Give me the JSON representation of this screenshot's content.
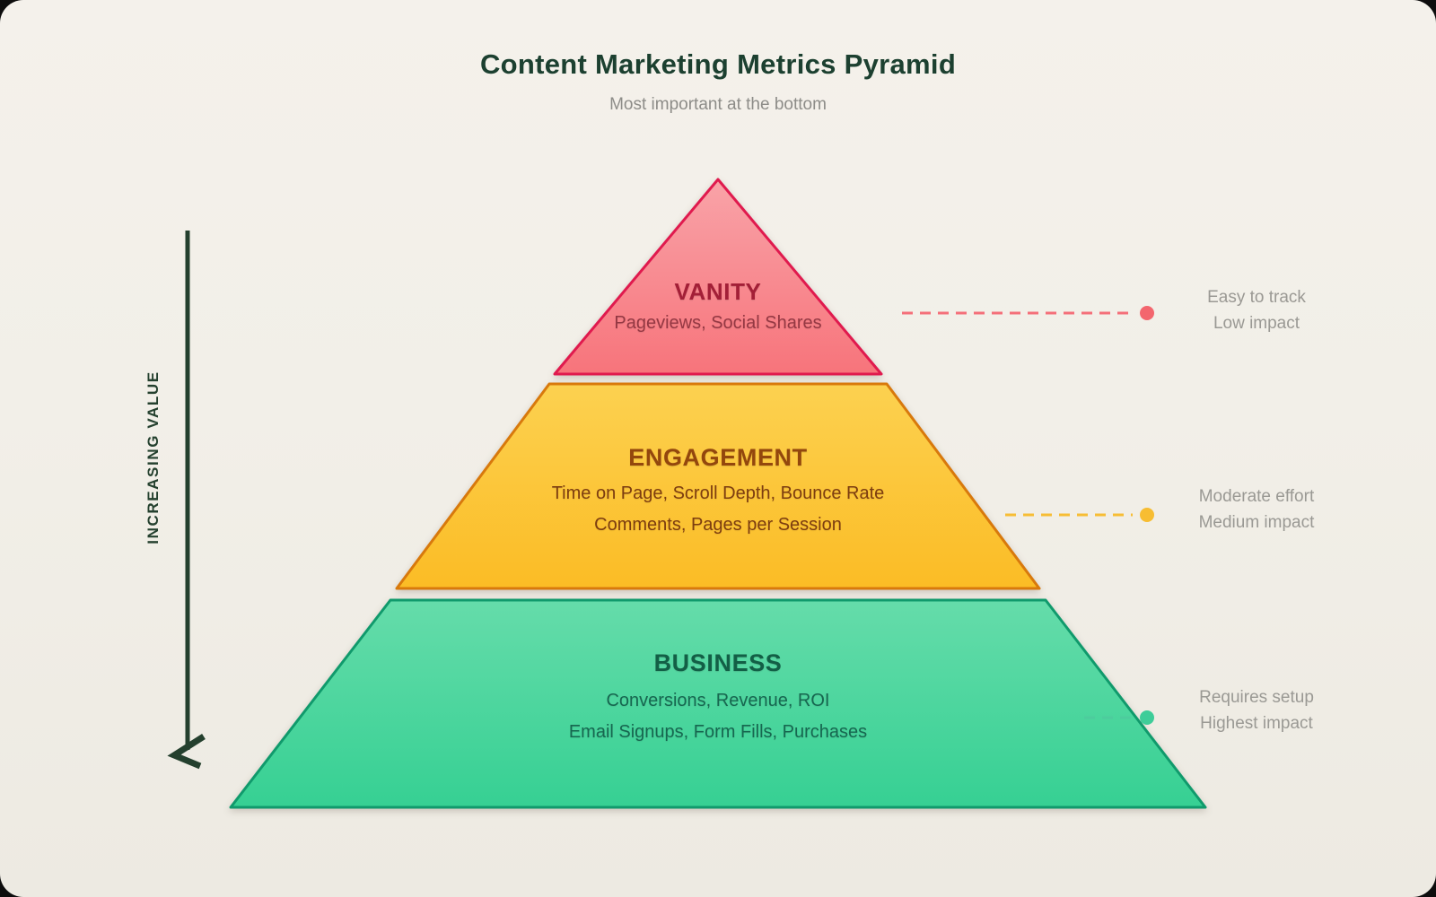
{
  "header": {
    "title": "Content Marketing Metrics Pyramid",
    "subtitle": "Most important at the bottom"
  },
  "value_axis": {
    "label": "INCREASING VALUE",
    "direction": "arrow points down"
  },
  "tiers": [
    {
      "name": "vanity",
      "label": "VANITY",
      "lines": [
        "Pageviews, Social Shares"
      ],
      "annotation": [
        "Easy to track",
        "Low impact"
      ],
      "fill_top": "#f9a3a8",
      "fill_bottom": "#f7747b",
      "border": "#e01a4e",
      "label_color": "#a31f37",
      "text_color": "#943843",
      "connector_color": "#f4707a"
    },
    {
      "name": "engagement",
      "label": "ENGAGEMENT",
      "lines": [
        "Time on Page, Scroll Depth, Bounce Rate",
        "Comments, Pages per Session"
      ],
      "annotation": [
        "Moderate effort",
        "Medium impact"
      ],
      "fill_top": "#fcd150",
      "fill_bottom": "#fbbc25",
      "border": "#d8790c",
      "label_color": "#93470d",
      "text_color": "#7d3d10",
      "connector_color": "#f7bd35"
    },
    {
      "name": "business",
      "label": "BUSINESS",
      "lines": [
        "Conversions, Revenue, ROI",
        "Email Signups, Form Fills, Purchases"
      ],
      "annotation": [
        "Requires setup",
        "Highest impact"
      ],
      "fill_top": "#65dcaa",
      "fill_bottom": "#36d093",
      "border": "#109a6c",
      "label_color": "#135f46",
      "text_color": "#176750",
      "connector_color": "#4ecc9e"
    }
  ],
  "palette": {
    "background": "#f2efe8",
    "title": "#1c4030",
    "subtitle": "#8d8c88",
    "annotation_text": "#9a9994",
    "arrow": "#24402e"
  }
}
